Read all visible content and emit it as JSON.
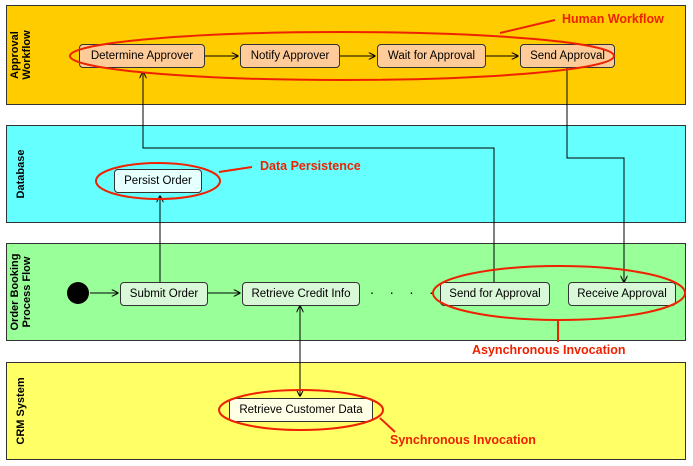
{
  "lanes": {
    "approval": {
      "title_line1": "Approval",
      "title_line2": "Workflow",
      "color": "#ffcc00"
    },
    "database": {
      "title": "Database",
      "color": "#66ffff"
    },
    "order": {
      "title_line1": "Order Booking",
      "title_line2": "Process Flow",
      "color": "#99ff99"
    },
    "crm": {
      "title": "CRM System",
      "color": "#ffff66"
    }
  },
  "nodes": {
    "determine_approver": "Determine Approver",
    "notify_approver": "Notify Approver",
    "wait_for_approval": "Wait for Approval",
    "send_approval": "Send Approval",
    "persist_order": "Persist Order",
    "submit_order": "Submit Order",
    "retrieve_credit_info": "Retrieve Credit Info",
    "send_for_approval": "Send for Approval",
    "receive_approval": "Receive Approval",
    "retrieve_customer_data": "Retrieve Customer Data"
  },
  "ellipsis": ". . . .",
  "callouts": {
    "human_workflow": "Human Workflow",
    "data_persistence": "Data Persistence",
    "asynchronous_invocation": "Asynchronous Invocation",
    "synchronous_invocation": "Synchronous Invocation"
  },
  "colors": {
    "callout": "#ee2200"
  }
}
